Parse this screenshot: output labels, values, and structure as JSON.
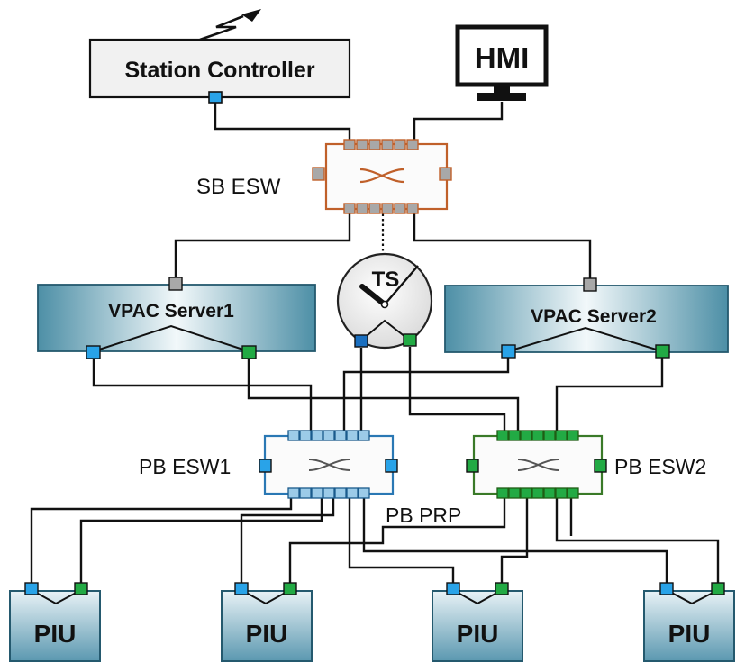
{
  "labels": {
    "station_controller": "Station Controller",
    "hmi": "HMI",
    "sb_esw": "SB ESW",
    "ts": "TS",
    "vpac_server1": "VPAC Server1",
    "vpac_server2": "VPAC Server2",
    "pb_esw1": "PB ESW1",
    "pb_esw2": "PB ESW2",
    "pb_prp": "PB PRP",
    "piu": "PIU"
  },
  "colors": {
    "sb_switch": "#c0602a",
    "pb_switch1": "#2a78b4",
    "pb_switch2": "#3a7a28",
    "port_blue": "#29a3e8",
    "port_green": "#22aa44",
    "port_gray": "#a8a8a8",
    "port_light_blue": "#9ccbe8",
    "server_fill_dark": "#4d8fa6",
    "server_fill_light": "#f2f8fa"
  },
  "icons": [
    "antenna-icon",
    "monitor-icon",
    "clock-icon",
    "switch-crossover-icon"
  ]
}
